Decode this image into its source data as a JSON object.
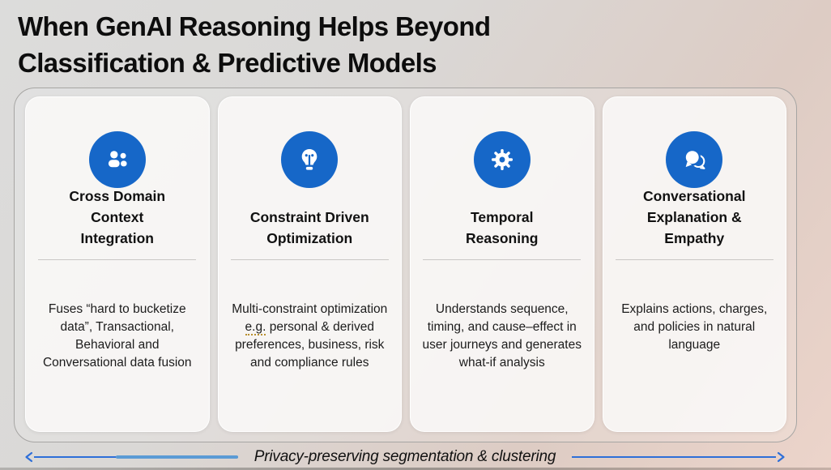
{
  "slide": {
    "title": "When GenAI Reasoning Helps Beyond\nClassification & Predictive Models"
  },
  "cards": [
    {
      "icon": "people-icon",
      "title": "Cross Domain\nContext\nIntegration",
      "body": "Fuses “hard to bucketize data”,  Transactional, Behavioral and Conversational data fusion"
    },
    {
      "icon": "lightbulb-icon",
      "title": "Constraint Driven\nOptimization",
      "body_before": "Multi-constraint optimization ",
      "body_eg": "e.g.",
      "body_after": " personal & derived preferences, business, risk and compliance rules"
    },
    {
      "icon": "gear-icon",
      "title": "Temporal\nReasoning",
      "body": "Understands sequence, timing, and cause–effect in user journeys and generates what-if analysis"
    },
    {
      "icon": "chat-icon",
      "title": "Conversational\nExplanation &\nEmpathy",
      "body": "Explains actions, charges, and policies in natural language"
    }
  ],
  "footer": {
    "arrow_label": "Privacy-preserving segmentation & clustering"
  },
  "colors": {
    "icon_accent_blue": "#1667C8",
    "arrow_blue": "#2E6FD8",
    "arrow_light_blue": "#5B9BD5"
  }
}
